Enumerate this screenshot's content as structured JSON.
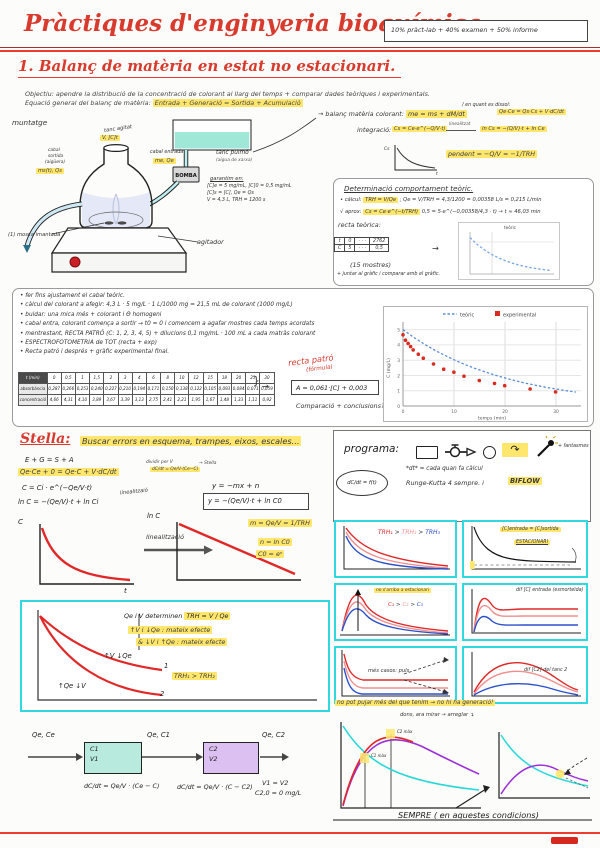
{
  "header": {
    "title": "Pràctiques d'enginyeria bioquímica",
    "grading": "10% pràct-lab + 40% examen + 50% informe"
  },
  "section": {
    "heading": "1. Balanç de matèria en estat no estacionari.",
    "objectiu": "Objectiu: apendre la distribució de la concentració de colorant al llarg del temps + comparar dades teòriques i experimentals.",
    "equacio_label": "Equació general del balanç de matèria:",
    "equacio_hl": "Entrada + Generació = Sortida + Acumulació"
  },
  "muntatge": {
    "label": "muntatge",
    "tanc_agitat": "tanc agitat",
    "tanc_agitat_hl": "V, [C]t",
    "cabal_sortida_1": "cabal",
    "cabal_sortida_2": "sortida",
    "cabal_sortida_3": "(aigüera)",
    "cabal_sortida_hl": "ms(t), Qs",
    "cabal_entrada": "cabal entrada",
    "cabal_entrada_hl": "me, Qe",
    "tanc_pulmo": "tanc pulmó",
    "tanc_pulmo_sub": "(aigua de xarxa)",
    "bomba": "BOMBA",
    "garantim_title": "garantim en:",
    "garantim_l1": "[C]e = 5 mg/mL, [C]0 = 0,5 mg/mL",
    "garantim_l2": "[C]s = [C],  Qe = Qs",
    "garantim_l3": "V = 4,3 L,  TRH = 1200 s",
    "agitador": "agitador",
    "mosca": "(1) mosca imantada"
  },
  "balanc": {
    "arrow": "→",
    "intro": "balanç matèria colorant:",
    "eq1": "me = ms + dM/dt",
    "cond": "/ en quant es dissol:",
    "eq2": "Qe·Ce = Qs·Cs + V·dC/dt",
    "integracio": "integració:",
    "eq3": "Cs = Ce·e^(−Q/V·t)",
    "lineal": "linealitzat",
    "eq4": "ln Cs = −(Q/V)·t + ln Ce",
    "sketch_y": "Cs",
    "sketch_x": "t",
    "pendent": "pendent = −Q/V = −1/TRH"
  },
  "teoric": {
    "title": "Determinació comportament teòric.",
    "b1_pre": "• càlcul:",
    "b1_hl": "TRH = V/Qe",
    "b1_post": ";  Qe = V/TRH = 4,3/1200 = 0,00358 L/s = 0,215 L/min",
    "b2_pre": "√ aprox:",
    "b2_hl": "Cs = Ce·e^(−t/TRH)",
    "b2_post": "0,5 = 5·e^(−0,00358/4,3 · t)  → t ≈ 46,03 min",
    "recta": "recta teòrica:",
    "mini_table": [
      [
        "t",
        "0",
        "· · ·",
        "2762"
      ],
      [
        "C",
        "5",
        "· · ·",
        "0,5"
      ]
    ],
    "arrow": "→",
    "mostres": "(15 mostres)",
    "nota": "+ juntar al gràfic i comparar amb el gràfic.",
    "mini_chart_title": "teòric"
  },
  "procediment": {
    "bullets": [
      "• fer fins ajustament el cabal teòric.",
      "• càlcul del colorant a afegir:  4,3 L · 5 mg/L · 1 L/1000 mg = 21,5 mL de colorant (1000 mg/L)",
      "• buidar: una mica més + colorant i Θ homogeni",
      "• cabal entra, colorant comença a sortir → t0 = 0 i comencem a agafar mostres cada temps acordats",
      "• mentrestant, RECTA PATRÓ (C: 1, 2, 3, 4, 5) + dilucions 0,1 mg/mL · 100 mL a cada matràs colorant",
      "• ESPECTROFOTOMETRIA de TOT (recta + exp)",
      "• Recta patró i després + gràfic experimental final.",
      ""
    ],
    "recta_patro": "recta patró",
    "recta_patro_sub": "(fórmula)",
    "brace": "}",
    "fletxa": "→",
    "calibracio": "A = 0,061·[C] + 0,003",
    "comparacio": "Comparació + conclusions? ←",
    "taula": [
      [
        "t (min)",
        "0",
        "0,5",
        "1",
        "1,5",
        "2",
        "3",
        "4",
        "6",
        "8",
        "10",
        "12",
        "15",
        "18",
        "20",
        "25",
        "30"
      ],
      [
        "absorbància",
        "0,287",
        "0,266",
        "0,253",
        "0,240",
        "0,227",
        "0,210",
        "0,194",
        "0,171",
        "0,150",
        "0,138",
        "0,122",
        "0,105",
        "0,093",
        "0,084",
        "0,071",
        "0,059"
      ],
      [
        "concentració",
        "4,66",
        "4,31",
        "4,10",
        "3,89",
        "3,67",
        "3,39",
        "3,13",
        "2,75",
        "2,41",
        "2,21",
        "1,95",
        "1,67",
        "1,48",
        "1,33",
        "1,11",
        "0,92"
      ]
    ]
  },
  "chart_labels": {
    "legend_teoric": "teòric",
    "legend_exp": "experimental",
    "xlabel": "temps (min)",
    "ylabel": "C (mg/L)",
    "xticks": [
      "0",
      "10",
      "20",
      "30"
    ],
    "yticks": [
      "0",
      "1",
      "2",
      "3",
      "4",
      "5"
    ]
  },
  "chart_data": [
    {
      "type": "line+scatter",
      "xlabel": "temps (min)",
      "ylabel": "C (mg/L)",
      "xlim": [
        0,
        35
      ],
      "ylim": [
        0,
        5.5
      ],
      "grid": true,
      "legend_position": "top",
      "series": [
        {
          "name": "teòric",
          "type": "line",
          "dashed": true,
          "color": "#5b8ed6",
          "x": [
            0,
            2,
            4,
            6,
            8,
            10,
            12,
            14,
            16,
            18,
            20,
            22,
            24,
            26,
            28,
            30,
            32,
            34
          ],
          "values": [
            5.0,
            4.52,
            4.09,
            3.7,
            3.35,
            3.03,
            2.74,
            2.48,
            2.25,
            2.03,
            1.84,
            1.66,
            1.5,
            1.36,
            1.23,
            1.12,
            1.01,
            0.91
          ]
        },
        {
          "name": "experimental",
          "type": "scatter",
          "color": "#d92b20",
          "x": [
            0,
            0.5,
            1,
            1.5,
            2,
            3,
            4,
            6,
            8,
            10,
            12,
            15,
            18,
            20,
            25,
            30
          ],
          "values": [
            4.66,
            4.31,
            4.1,
            3.89,
            3.67,
            3.39,
            3.13,
            2.75,
            2.41,
            2.21,
            1.95,
            1.67,
            1.48,
            1.33,
            1.11,
            0.92
          ]
        }
      ]
    },
    {
      "type": "line",
      "title": "teòric",
      "xlim": [
        0,
        48
      ],
      "ylim": [
        0,
        5.5
      ],
      "series": [
        {
          "name": "teòric",
          "type": "line",
          "dashed": true,
          "color": "#7aa7e0",
          "x": [
            0,
            4,
            8,
            12,
            16,
            20,
            24,
            28,
            32,
            36,
            40,
            44,
            46
          ],
          "values": [
            5.0,
            4.09,
            3.35,
            2.74,
            2.25,
            1.84,
            1.5,
            1.23,
            1.01,
            0.83,
            0.68,
            0.55,
            0.5
          ]
        }
      ]
    }
  ],
  "stella": {
    "heading": "Stella:",
    "hl": "Buscar errors en esquema, trampes, eixos, escales...",
    "e1": "E + G = S + A",
    "e2": "Qe·Ce + 0 = Qe·C + V·dC/dt",
    "div_label": "dividir per V",
    "div_hl": "dC/dt = Qe/V·(Ce−C)",
    "div_arrow": "→ Stella",
    "e3": "C = Ci · e^(−Qe/V·t)",
    "lineal": "linealitzaió",
    "e4": "ln C = −(Qe/V)·t + ln Ci",
    "y1": "y = −mx + n",
    "y2": "y = −(Qe/V)·t + ln C0"
  },
  "programa": {
    "label": "programa:",
    "connector": "↷",
    "plus": "+ fantasmes",
    "dt": "*dt* = cada quan fa càlcul",
    "rk": "Runge-Kutta 4 sempre.  i",
    "biflow": "BIFLOW",
    "circ": "dC/dt = f(t)"
  },
  "lineal": {
    "ylab_c": "C",
    "xlab_t": "t",
    "arrow_label": "linealització",
    "ylab_lnc": "ln C",
    "hl_m": "m = Qe/V = 1/TRH",
    "hl_n": "n = ln C0",
    "hl_c0": "C0 = eⁿ"
  },
  "trh": {
    "l1": "Qe i V determinen",
    "l1_hl": "TRH = V / Qe",
    "l2": "↑V i ↓Qe : mateix efecte",
    "l3": "& ↓V i ↑Qe : mateix efecte",
    "c1": "↑V ↓Qe",
    "n1": "1",
    "c2": "↑Qe ↓V",
    "n2": "2",
    "hl": "TRH₁ > TRH₂"
  },
  "panels": {
    "p1": {
      "t1": "TRH₁",
      "gt": " > ",
      "t2": "TRH₂",
      "t3": "TRH₃"
    },
    "p2": {
      "hl1": "[C]entrada = [C]sortida",
      "hl2": "ESTACIONARI"
    },
    "p3": {
      "hl": "no s'arriba a estacionari",
      "c1": "C₁",
      "gt": " > ",
      "c2": "C₂",
      "c3": "C₃"
    },
    "p4": {
      "label": "dif [C] entrada (esmorteïda)"
    },
    "p5": {
      "label": "més casos: puls"
    },
    "p6": {
      "label": "dif [C2] del tanc 2"
    }
  },
  "tancs": {
    "in": "Qe, Ce",
    "mid": "Qe, C1",
    "out": "Qe, C2",
    "t1_c": "C1",
    "t1_v": "V1",
    "t2_c": "C2",
    "t2_v": "V2",
    "eq1": "dC/dt = Qe/V · (Ce − C)",
    "eq2": "dC/dt = Qe/V · (C − C2)",
    "cond1": "V1 = V2",
    "cond2": "C2,0 = 0 mg/L"
  },
  "final": {
    "hl1": "no pot pujar més del que tenim → no hi ha generació!",
    "l2": "dons, ara mirar → arreglar ↴",
    "m1": "C1 màx",
    "m2": "C2 màx",
    "sempre": "SEMPRE ( en aquestes condicions)"
  },
  "colors": {
    "ink_red": "#d93a2e",
    "highlight": "#ffe76d",
    "cyan_border": "#2fd9df",
    "tank1_fill": "#b8ebdd",
    "tank2_fill": "#dcc0f2",
    "theoric_blue": "#5b8ed6",
    "experimental_red": "#d92b20"
  }
}
